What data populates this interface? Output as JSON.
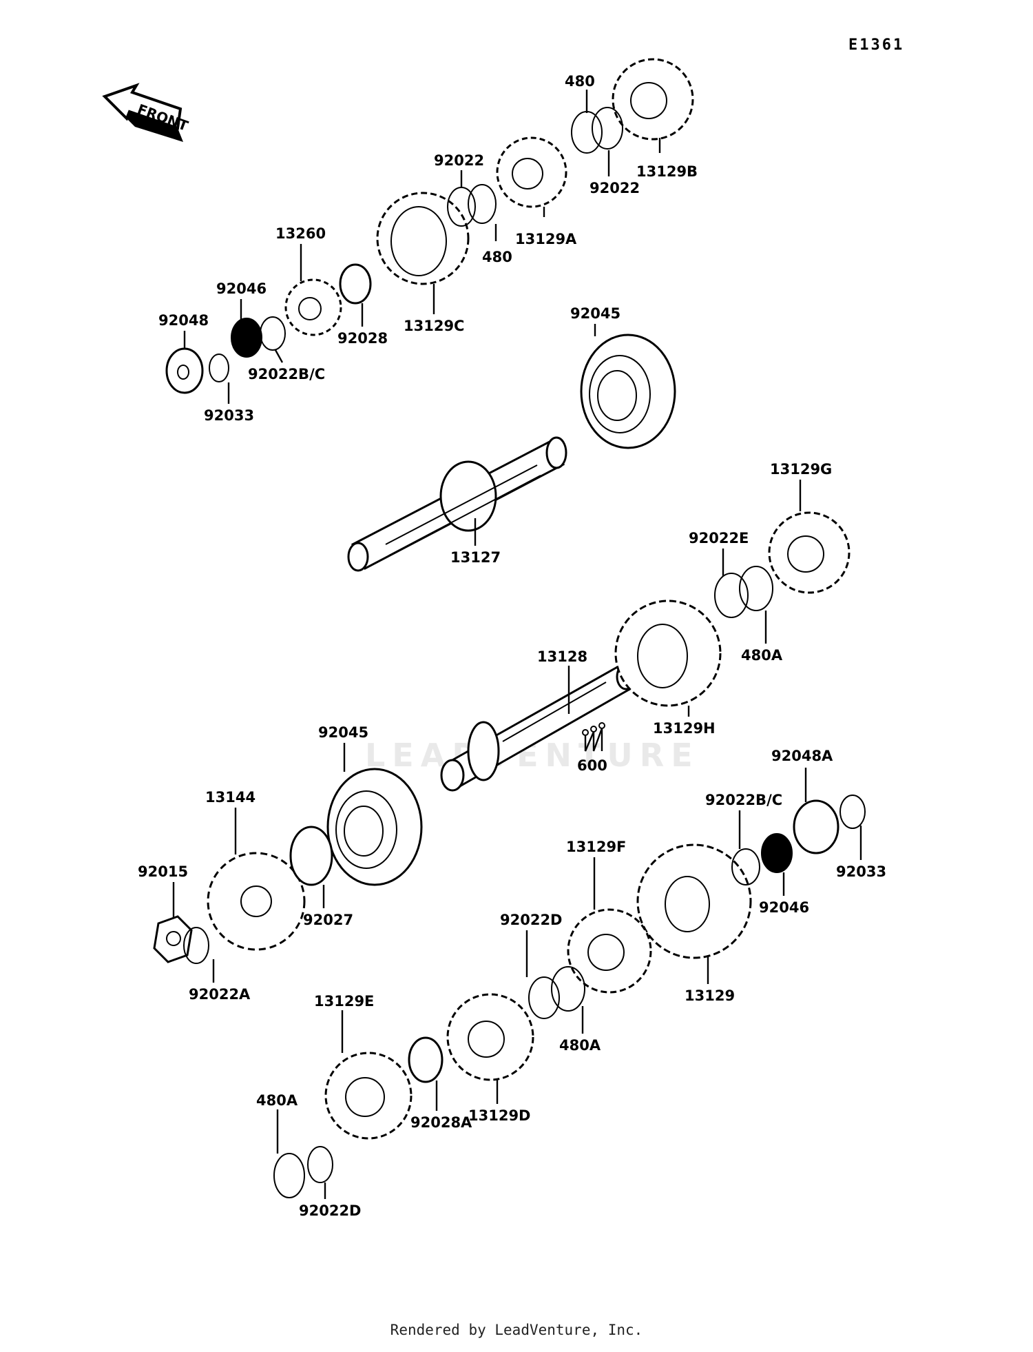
{
  "diagram_code": "E1361",
  "front_label": "FRONT",
  "watermark": "LEADVENTURE",
  "footer": "Rendered by LeadVenture, Inc.",
  "parts": {
    "p480_top": "480",
    "p92022_top_left": "92022",
    "p92022_top_right": "92022",
    "p13129B": "13129B",
    "p480_mid": "480",
    "p13129A": "13129A",
    "p13260": "13260",
    "p92046_top": "92046",
    "p92048": "92048",
    "p92022BC_top": "92022B/C",
    "p92033_top": "92033",
    "p92028": "92028",
    "p13129C": "13129C",
    "p92045_top": "92045",
    "p13127": "13127",
    "p13129G": "13129G",
    "p92022E": "92022E",
    "p480A_right": "480A",
    "p13128": "13128",
    "p13129H": "13129H",
    "p600": "600",
    "p92045_bottom": "92045",
    "p13144": "13144",
    "p92015": "92015",
    "p92022A": "92022A",
    "p92027": "92027",
    "p92048A": "92048A",
    "p92022BC_bottom": "92022B/C",
    "p92033_bottom": "92033",
    "p92046_bottom": "92046",
    "p13129F": "13129F",
    "p13129": "13129",
    "p92022D_mid": "92022D",
    "p480A_mid": "480A",
    "p13129E": "13129E",
    "p13129D": "13129D",
    "p92028A": "92028A",
    "p480A_bottom": "480A",
    "p92022D_bottom": "92022D"
  }
}
